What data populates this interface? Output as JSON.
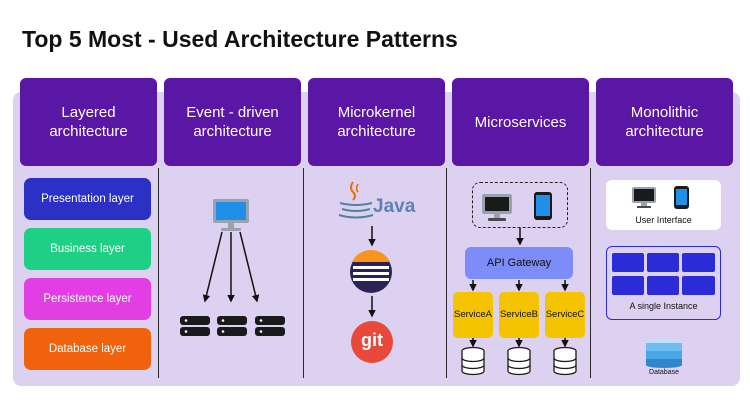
{
  "title": "Top 5 Most - Used Architecture Patterns",
  "columns": [
    {
      "header": "Layered architecture"
    },
    {
      "header": "Event - driven architecture"
    },
    {
      "header": "Microkernel architecture"
    },
    {
      "header": "Microservices"
    },
    {
      "header": "Monolithic architecture"
    }
  ],
  "layered": {
    "layers": [
      {
        "label": "Presentation layer",
        "color": "#2a31c4"
      },
      {
        "label": "Business layer",
        "color": "#1fcf86"
      },
      {
        "label": "Persistence layer",
        "color": "#e13fe3"
      },
      {
        "label": "Database layer",
        "color": "#f0620b"
      }
    ]
  },
  "microkernel": {
    "java_label": "Java",
    "git_label": "git",
    "icons": [
      "java-cup-icon",
      "eclipse-icon",
      "git-icon"
    ]
  },
  "microservices": {
    "gateway_label": "API Gateway",
    "services": [
      {
        "line1": "Service",
        "line2": "A"
      },
      {
        "line1": "Service",
        "line2": "B"
      },
      {
        "line1": "Service",
        "line2": "C"
      }
    ]
  },
  "monolithic": {
    "ui_label": "User Interface",
    "instance_label": "A single Instance",
    "db_label": "Database"
  },
  "colors": {
    "header_bg": "#5a16a5",
    "panel_bg": "#dcd1f0",
    "gateway": "#7c8cf8",
    "service": "#f5c400",
    "instance_border": "#2b2bd8",
    "git": "#e8493b",
    "java_text": "#5d82b5",
    "database_icon": "#4aa8e8"
  }
}
